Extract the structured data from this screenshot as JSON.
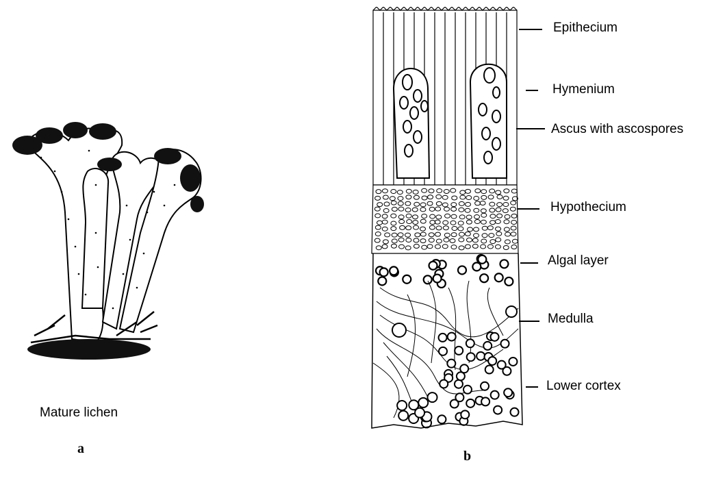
{
  "panel_a": {
    "caption": "Mature lichen",
    "letter": "a"
  },
  "panel_b": {
    "letter": "b",
    "labels": {
      "epithecium": "Epithecium",
      "hymenium": "Hymenium",
      "ascus": "Ascus with ascospores",
      "hypothecium": "Hypothecium",
      "algal_layer": "Algal layer",
      "medulla": "Medulla",
      "lower_cortex": "Lower cortex"
    }
  }
}
